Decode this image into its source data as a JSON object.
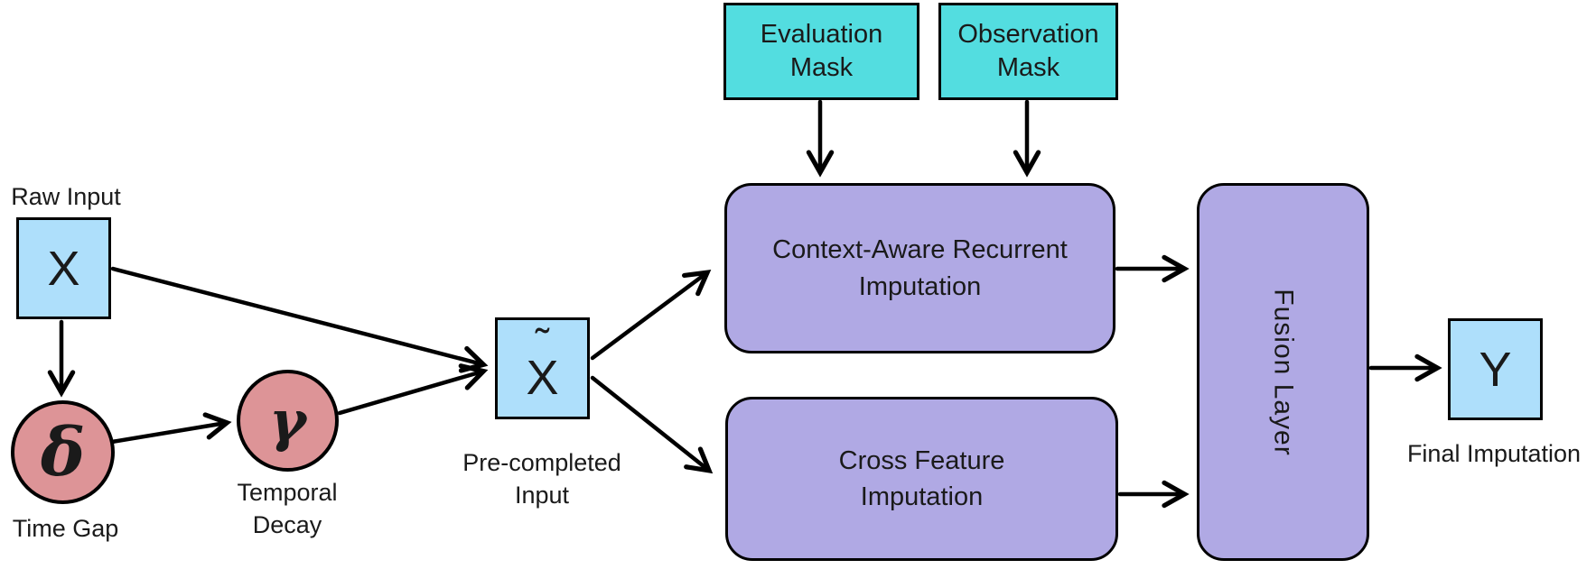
{
  "title": "Imputation model architecture diagram",
  "colors": {
    "teal": "#53dde0",
    "purple": "#b0a9e4",
    "light_blue": "#aedffb",
    "pink": "#dd9497",
    "stroke": "#000000"
  },
  "nodes": {
    "evaluation_mask": {
      "line1": "Evaluation",
      "line2": "Mask"
    },
    "observation_mask": {
      "line1": "Observation",
      "line2": "Mask"
    },
    "raw_input": {
      "symbol": "X",
      "caption": "Raw Input"
    },
    "time_gap": {
      "symbol": "δ",
      "caption": "Time Gap"
    },
    "temporal_decay": {
      "symbol": "γ",
      "caption_line1": "Temporal",
      "caption_line2": "Decay"
    },
    "pre_completed": {
      "tilde": "˜",
      "letter": "X",
      "caption_line1": "Pre-completed",
      "caption_line2": "Input"
    },
    "context_recurrent": {
      "line1": "Context-Aware Recurrent",
      "line2": "Imputation"
    },
    "cross_feature": {
      "line1": "Cross Feature",
      "line2": "Imputation"
    },
    "fusion": {
      "label": "Fusion Layer"
    },
    "final_imputation": {
      "symbol": "Y",
      "caption": "Final Imputation"
    }
  }
}
